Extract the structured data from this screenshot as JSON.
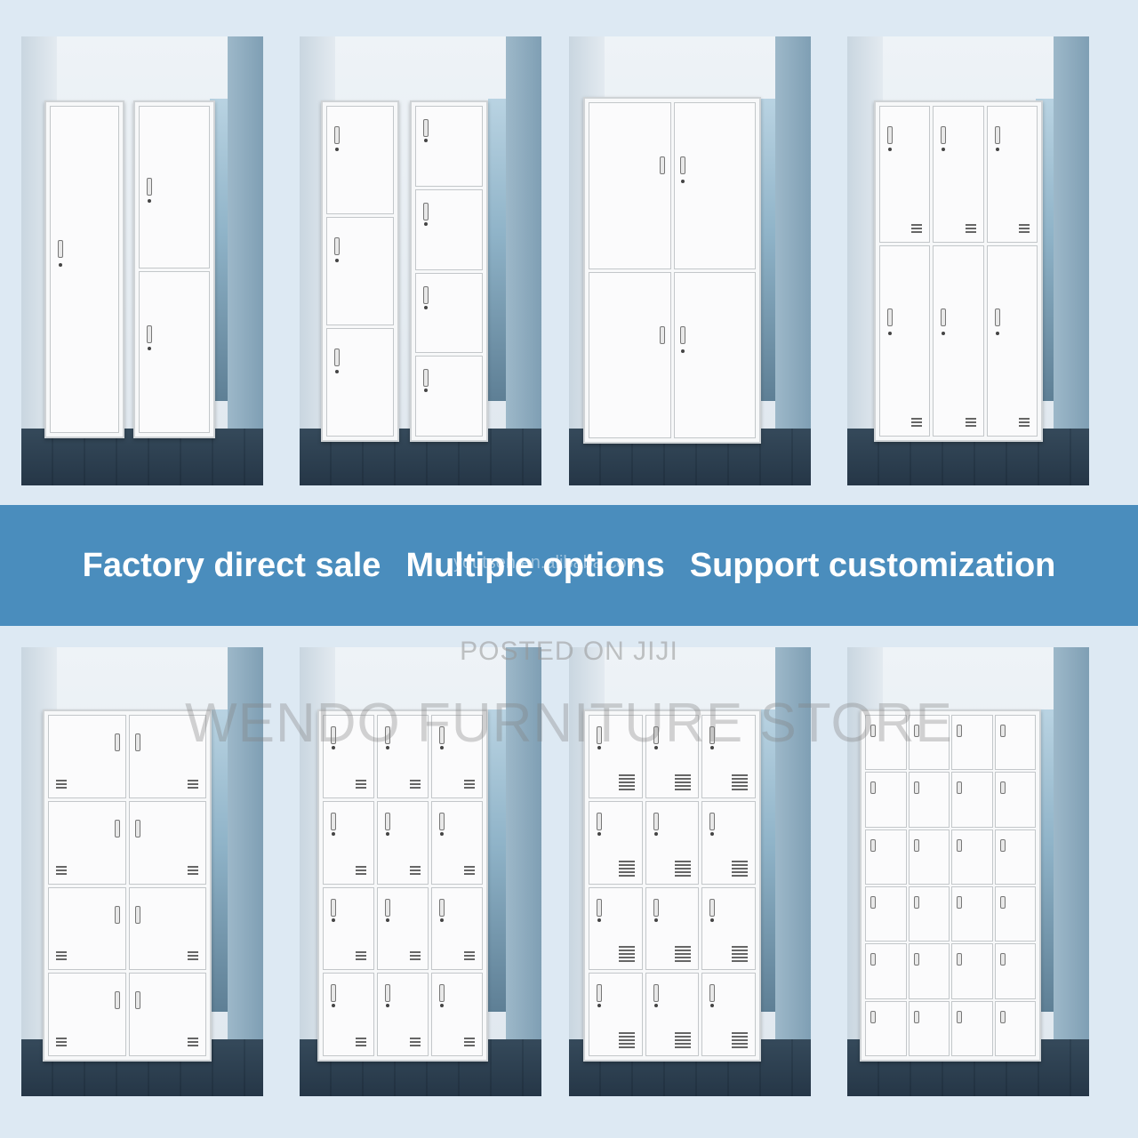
{
  "banner": {
    "items": [
      "Factory direct sale",
      "Multiple options",
      "Support customization"
    ],
    "color": "#4a8dbd"
  },
  "watermarks": {
    "url": "youtsen.en.alibaba.com",
    "posted": "POSTED ON JIJI",
    "store": "WENDO FURNITURE STORE"
  },
  "products": [
    {
      "name": "1+2 door locker"
    },
    {
      "name": "3+4 door locker"
    },
    {
      "name": "4 door cabinet"
    },
    {
      "name": "6 door locker"
    },
    {
      "name": "8 door locker"
    },
    {
      "name": "12 door locker"
    },
    {
      "name": "12 door vented locker"
    },
    {
      "name": "24 door locker"
    }
  ]
}
